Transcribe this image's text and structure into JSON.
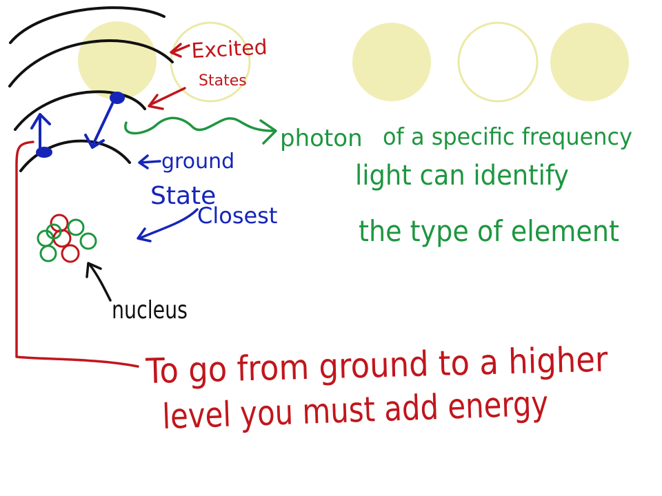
{
  "colors": {
    "black": "#111111",
    "red": "#c0161c",
    "blue": "#1525b8",
    "green": "#1e9640",
    "circle_fill": "#f0eeb4",
    "circle_stroke": "#ece9a6"
  },
  "labels": {
    "excited_line1": "Excited",
    "excited_line2": "States",
    "photon": "photon",
    "photon_desc": "of a specific frequency",
    "light_line1": "light can identify",
    "light_line2": "the type of element",
    "ground_line1": "ground",
    "ground_line2": "State",
    "closest": "Closest",
    "nucleus": "nucleus",
    "energy_line1": "To go from ground to a higher",
    "energy_line2": "level you must add energy"
  }
}
